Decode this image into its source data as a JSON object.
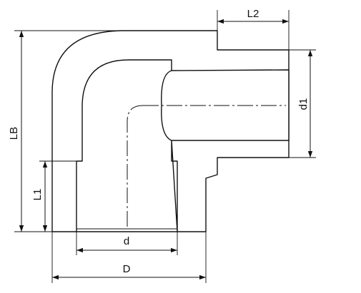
{
  "labels": {
    "L2": "L2",
    "LB": "LB",
    "d1": "d1",
    "L1": "L1",
    "d": "d",
    "D": "D"
  }
}
